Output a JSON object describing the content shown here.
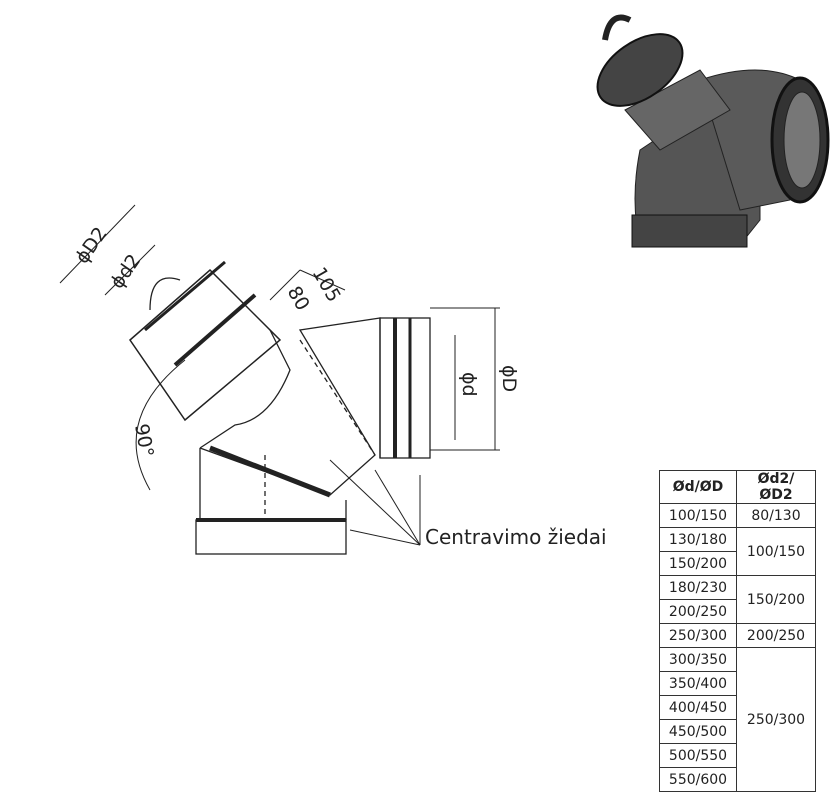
{
  "drawing": {
    "labels": {
      "D2": "ϕD2",
      "d2": "ϕd2",
      "dim_105": "105",
      "dim_80": "80",
      "angle": "90°",
      "d": "ϕd",
      "D": "ϕD"
    },
    "callout": "Centravimo žiedai"
  },
  "table": {
    "headers": [
      "Ød/ØD",
      "Ød2/ØD2"
    ],
    "rows": [
      {
        "d": "100/150",
        "d2": "80/130"
      },
      {
        "d": "130/180",
        "d2": "100/150"
      },
      {
        "d": "150/200"
      },
      {
        "d": "180/230",
        "d2": "150/200"
      },
      {
        "d": "200/250"
      },
      {
        "d": "250/300",
        "d2": "200/250"
      },
      {
        "d": "300/350",
        "d2": "250/300"
      },
      {
        "d": "350/400"
      },
      {
        "d": "400/450"
      },
      {
        "d": "450/500"
      },
      {
        "d": "500/550"
      },
      {
        "d": "550/600"
      }
    ]
  }
}
